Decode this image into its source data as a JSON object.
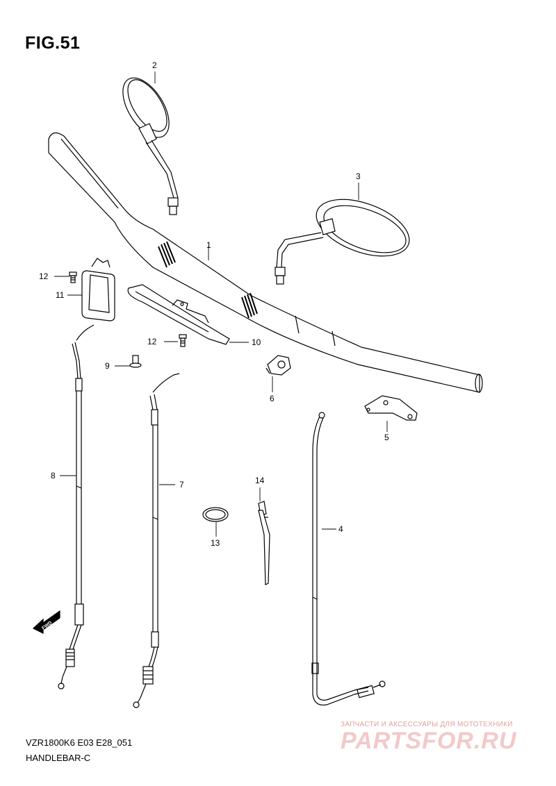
{
  "figure": {
    "title": "FIG.51",
    "model_code": "VZR1800K6 E03 E28_051",
    "subtitle": "HANDLEBAR-C"
  },
  "callouts": [
    {
      "id": "part-1",
      "label": "1"
    },
    {
      "id": "part-2",
      "label": "2"
    },
    {
      "id": "part-3",
      "label": "3"
    },
    {
      "id": "part-4",
      "label": "4"
    },
    {
      "id": "part-5",
      "label": "5"
    },
    {
      "id": "part-6",
      "label": "6"
    },
    {
      "id": "part-7",
      "label": "7"
    },
    {
      "id": "part-8",
      "label": "8"
    },
    {
      "id": "part-9",
      "label": "9"
    },
    {
      "id": "part-10",
      "label": "10"
    },
    {
      "id": "part-11",
      "label": "11"
    },
    {
      "id": "part-12a",
      "label": "12"
    },
    {
      "id": "part-12b",
      "label": "12"
    },
    {
      "id": "part-13",
      "label": "13"
    },
    {
      "id": "part-14",
      "label": "14"
    }
  ],
  "fwd_label": "FWD",
  "watermark": {
    "caption": "ЗАПЧАСТИ И АКСЕССУАРЫ ДЛЯ МОТОТЕХНИКИ",
    "logo": "PARTSFOR.RU"
  }
}
